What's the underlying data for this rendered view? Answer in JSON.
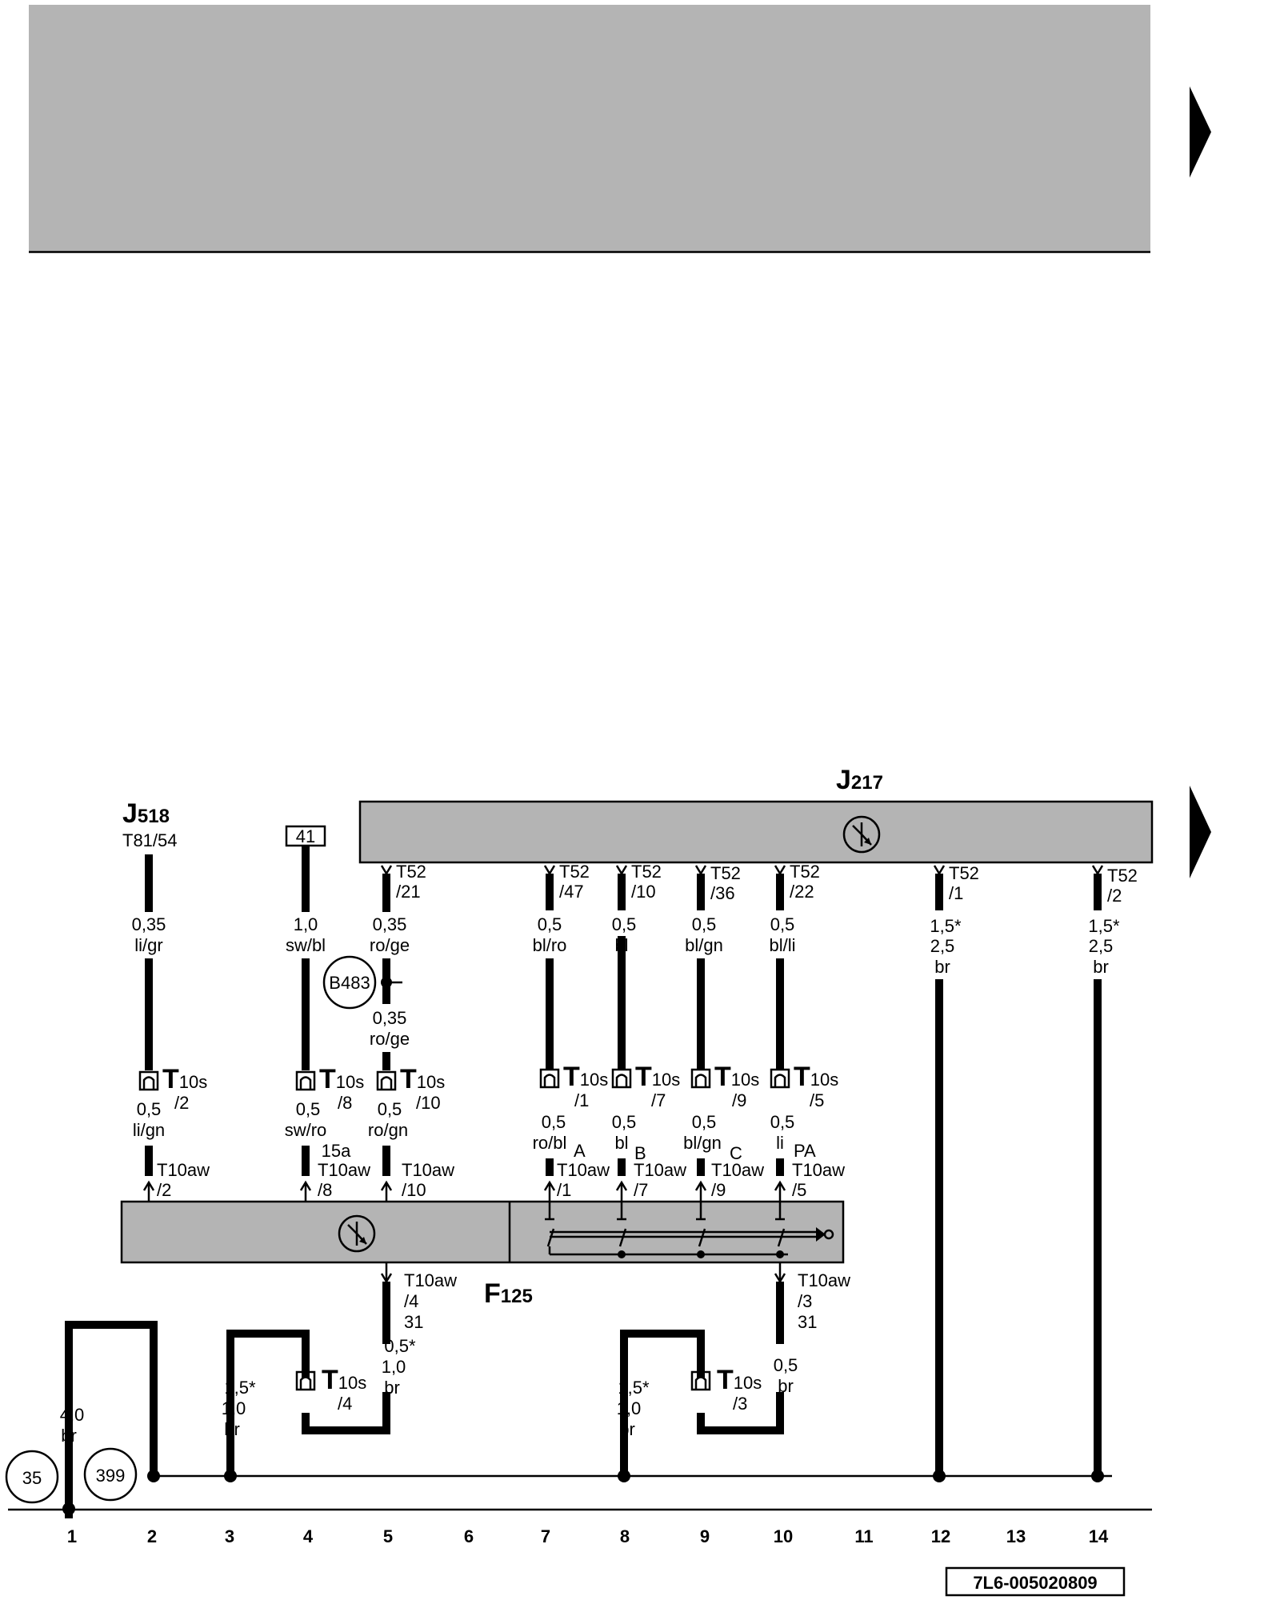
{
  "colors": {
    "panel": "#b4b4b4",
    "line": "#000000",
    "bg": "#ffffff"
  },
  "nav": {
    "next_icon": "triangle-right-icon"
  },
  "components": {
    "j217": {
      "letter": "J",
      "number": "217"
    },
    "j518": {
      "letter": "J",
      "number": "518",
      "pin": "T81/54"
    },
    "f125": {
      "letter": "F",
      "number": "125"
    }
  },
  "fuse41": "41",
  "b483": "B483",
  "ground_35": "35",
  "ground_399": "399",
  "reference": "7L6-005020809",
  "connectors": {
    "t52_21": [
      "T52",
      "/21"
    ],
    "t52_47": [
      "T52",
      "/47"
    ],
    "t52_10": [
      "T52",
      "/10"
    ],
    "t52_36": [
      "T52",
      "/36"
    ],
    "t52_22": [
      "T52",
      "/22"
    ],
    "t52_1": [
      "T52",
      "/1"
    ],
    "t52_2": [
      "T52",
      "/2"
    ],
    "t10s_2": [
      "T",
      "10s",
      "/2"
    ],
    "t10s_8": [
      "T",
      "10s",
      "/8"
    ],
    "t10s_10": [
      "T",
      "10s",
      "/10"
    ],
    "t10s_1": [
      "T",
      "10s",
      "/1"
    ],
    "t10s_7": [
      "T",
      "10s",
      "/7"
    ],
    "t10s_9": [
      "T",
      "10s",
      "/9"
    ],
    "t10s_5": [
      "T",
      "10s",
      "/5"
    ],
    "t10s_4": [
      "T",
      "10s",
      "/4"
    ],
    "t10s_3": [
      "T",
      "10s",
      "/3"
    ],
    "t10aw_2": [
      "T10aw",
      "/2"
    ],
    "t10aw_8": [
      "T10aw",
      "/8"
    ],
    "t10aw_10": [
      "T10aw",
      "/10"
    ],
    "t10aw_1": [
      "T10aw",
      "/1"
    ],
    "t10aw_7": [
      "T10aw",
      "/7"
    ],
    "t10aw_9": [
      "T10aw",
      "/9"
    ],
    "t10aw_5": [
      "T10aw",
      "/5"
    ],
    "t10aw_4": [
      "T10aw",
      "/4",
      "31"
    ],
    "t10aw_3": [
      "T10aw",
      "/3",
      "31"
    ]
  },
  "wires": {
    "w_j518": [
      "0,35",
      "li/gr"
    ],
    "w_41": [
      "1,0",
      "sw/bl"
    ],
    "w_21": [
      "0,35",
      "ro/ge"
    ],
    "w_21b": [
      "0,35",
      "ro/ge"
    ],
    "w_47": [
      "0,5",
      "bl/ro"
    ],
    "w_10": [
      "0,5",
      "bl"
    ],
    "w_36": [
      "0,5",
      "bl/gn"
    ],
    "w_22": [
      "0,5",
      "bl/li"
    ],
    "w_1": [
      "1,5*",
      "2,5",
      "br"
    ],
    "w_2": [
      "1,5*",
      "2,5",
      "br"
    ],
    "l_2": [
      "0,5",
      "li/gn"
    ],
    "l_8": [
      "0,5",
      "sw/ro",
      "15a"
    ],
    "l_10": [
      "0,5",
      "ro/gn"
    ],
    "l_1": [
      "0,5",
      "ro/bl"
    ],
    "l_7": [
      "0,5",
      "bl"
    ],
    "l_9": [
      "0,5",
      "bl/gn"
    ],
    "l_5": [
      "0,5",
      "li"
    ],
    "g_1": [
      "4,0",
      "br"
    ],
    "g_3": [
      "1,5*",
      "1,0",
      "br"
    ],
    "g_5": [
      "0,5*",
      "1,0",
      "br"
    ],
    "g_8": [
      "1,5*",
      "1,0",
      "br"
    ],
    "g_10": [
      "0,5",
      "br"
    ]
  },
  "switch_letters": [
    "A",
    "B",
    "C",
    "PA"
  ],
  "tracks": [
    "1",
    "2",
    "3",
    "4",
    "5",
    "6",
    "7",
    "8",
    "9",
    "10",
    "11",
    "12",
    "13",
    "14"
  ]
}
